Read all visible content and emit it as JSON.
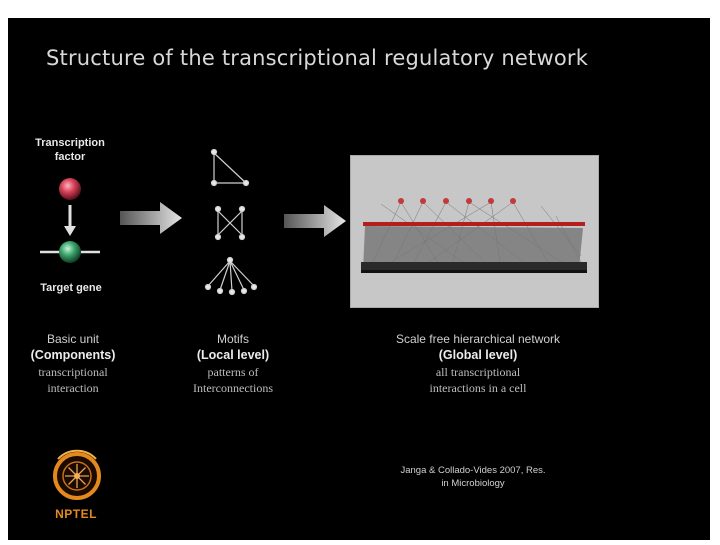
{
  "slide": {
    "title": "Structure of the transcriptional regulatory network",
    "basic_unit": {
      "top_label": "Transcription factor",
      "bottom_label": "Target gene",
      "line1": "Basic unit",
      "line2": "(Components)",
      "line3a": "transcriptional",
      "line3b": "interaction"
    },
    "motifs": {
      "line1": "Motifs",
      "line2": "(Local level)",
      "line3a": "patterns of",
      "line3b": "Interconnections"
    },
    "network": {
      "line1": "Scale free hierarchical network",
      "line2": "(Global level)",
      "line3a": "all transcriptional",
      "line3b": "interactions in a cell"
    },
    "logo_text": "NPTEL",
    "citation_line1": "Janga & Collado-Vides 2007, Res.",
    "citation_line2": "in Microbiology"
  },
  "colors": {
    "background": "#000000",
    "tf_node": "#d9435a",
    "gene_node": "#3fa86f",
    "logo_orange": "#e48a1c"
  }
}
